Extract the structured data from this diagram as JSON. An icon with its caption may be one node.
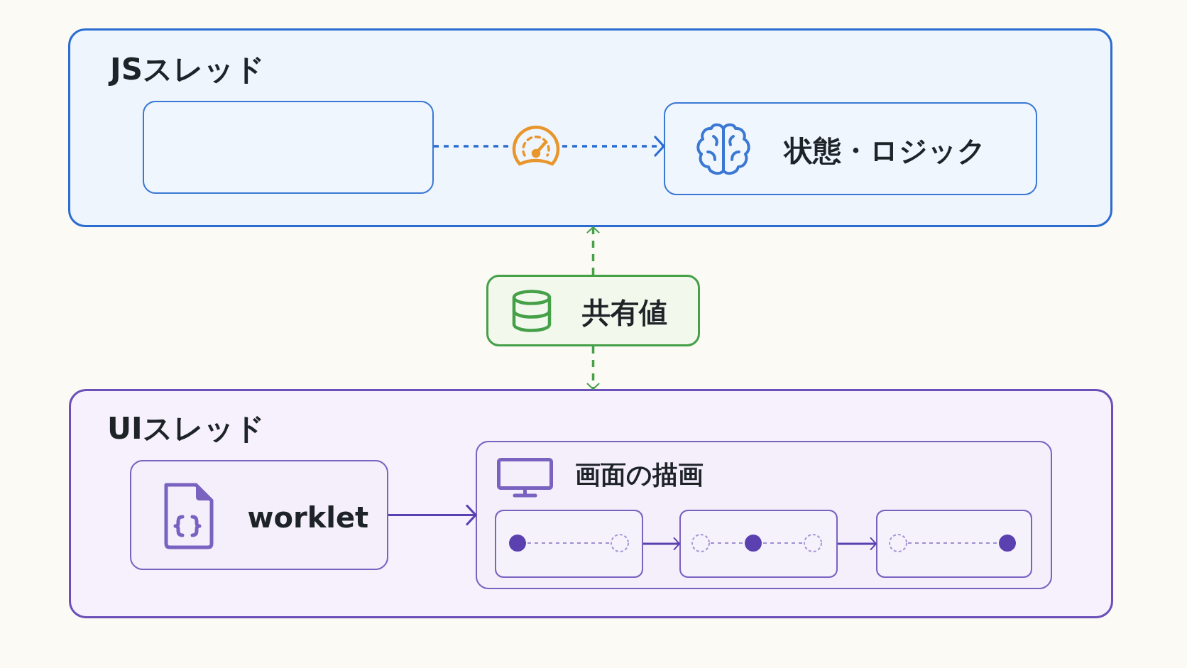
{
  "diagram": {
    "nodes": [
      {
        "text": [
          "JSスレッド"
        ]
      },
      {
        "text": [],
        "shape": "box",
        "in": 0
      },
      {
        "text": [],
        "shape": "picture",
        "in": 0
      },
      {
        "text": [
          "状態・ロジック"
        ],
        "in": 0
      },
      {
        "text": [
          "共有値"
        ]
      },
      {
        "text": [
          "UIスレッド"
        ]
      },
      {
        "text": [
          "worklet"
        ],
        "in": 5
      },
      {
        "text": [
          "画面の描画"
        ],
        "in": 5
      },
      {
        "text": [],
        "shape": "box",
        "in": 7
      },
      {
        "text": [],
        "shape": "box",
        "in": 7
      },
      {
        "text": [],
        "shape": "box",
        "in": 7
      }
    ],
    "edges": [
      {
        "from": 1,
        "to": 2,
        "arrow": "none",
        "style": "dashed",
        "color": "#2b6cd0"
      },
      {
        "from": 2,
        "to": 3,
        "arrow": "to",
        "style": "dashed",
        "color": "#2b6cd0"
      },
      {
        "from": 4,
        "to": 0,
        "arrow": "to",
        "style": "dashed",
        "color": "#46a048"
      },
      {
        "from": 4,
        "to": 5,
        "arrow": "to",
        "style": "dashed",
        "color": "#46a048"
      },
      {
        "from": 6,
        "to": 7,
        "arrow": "to"
      },
      {
        "from": 8,
        "to": 9,
        "arrow": "to"
      },
      {
        "from": 9,
        "to": 10,
        "arrow": "to"
      }
    ]
  }
}
